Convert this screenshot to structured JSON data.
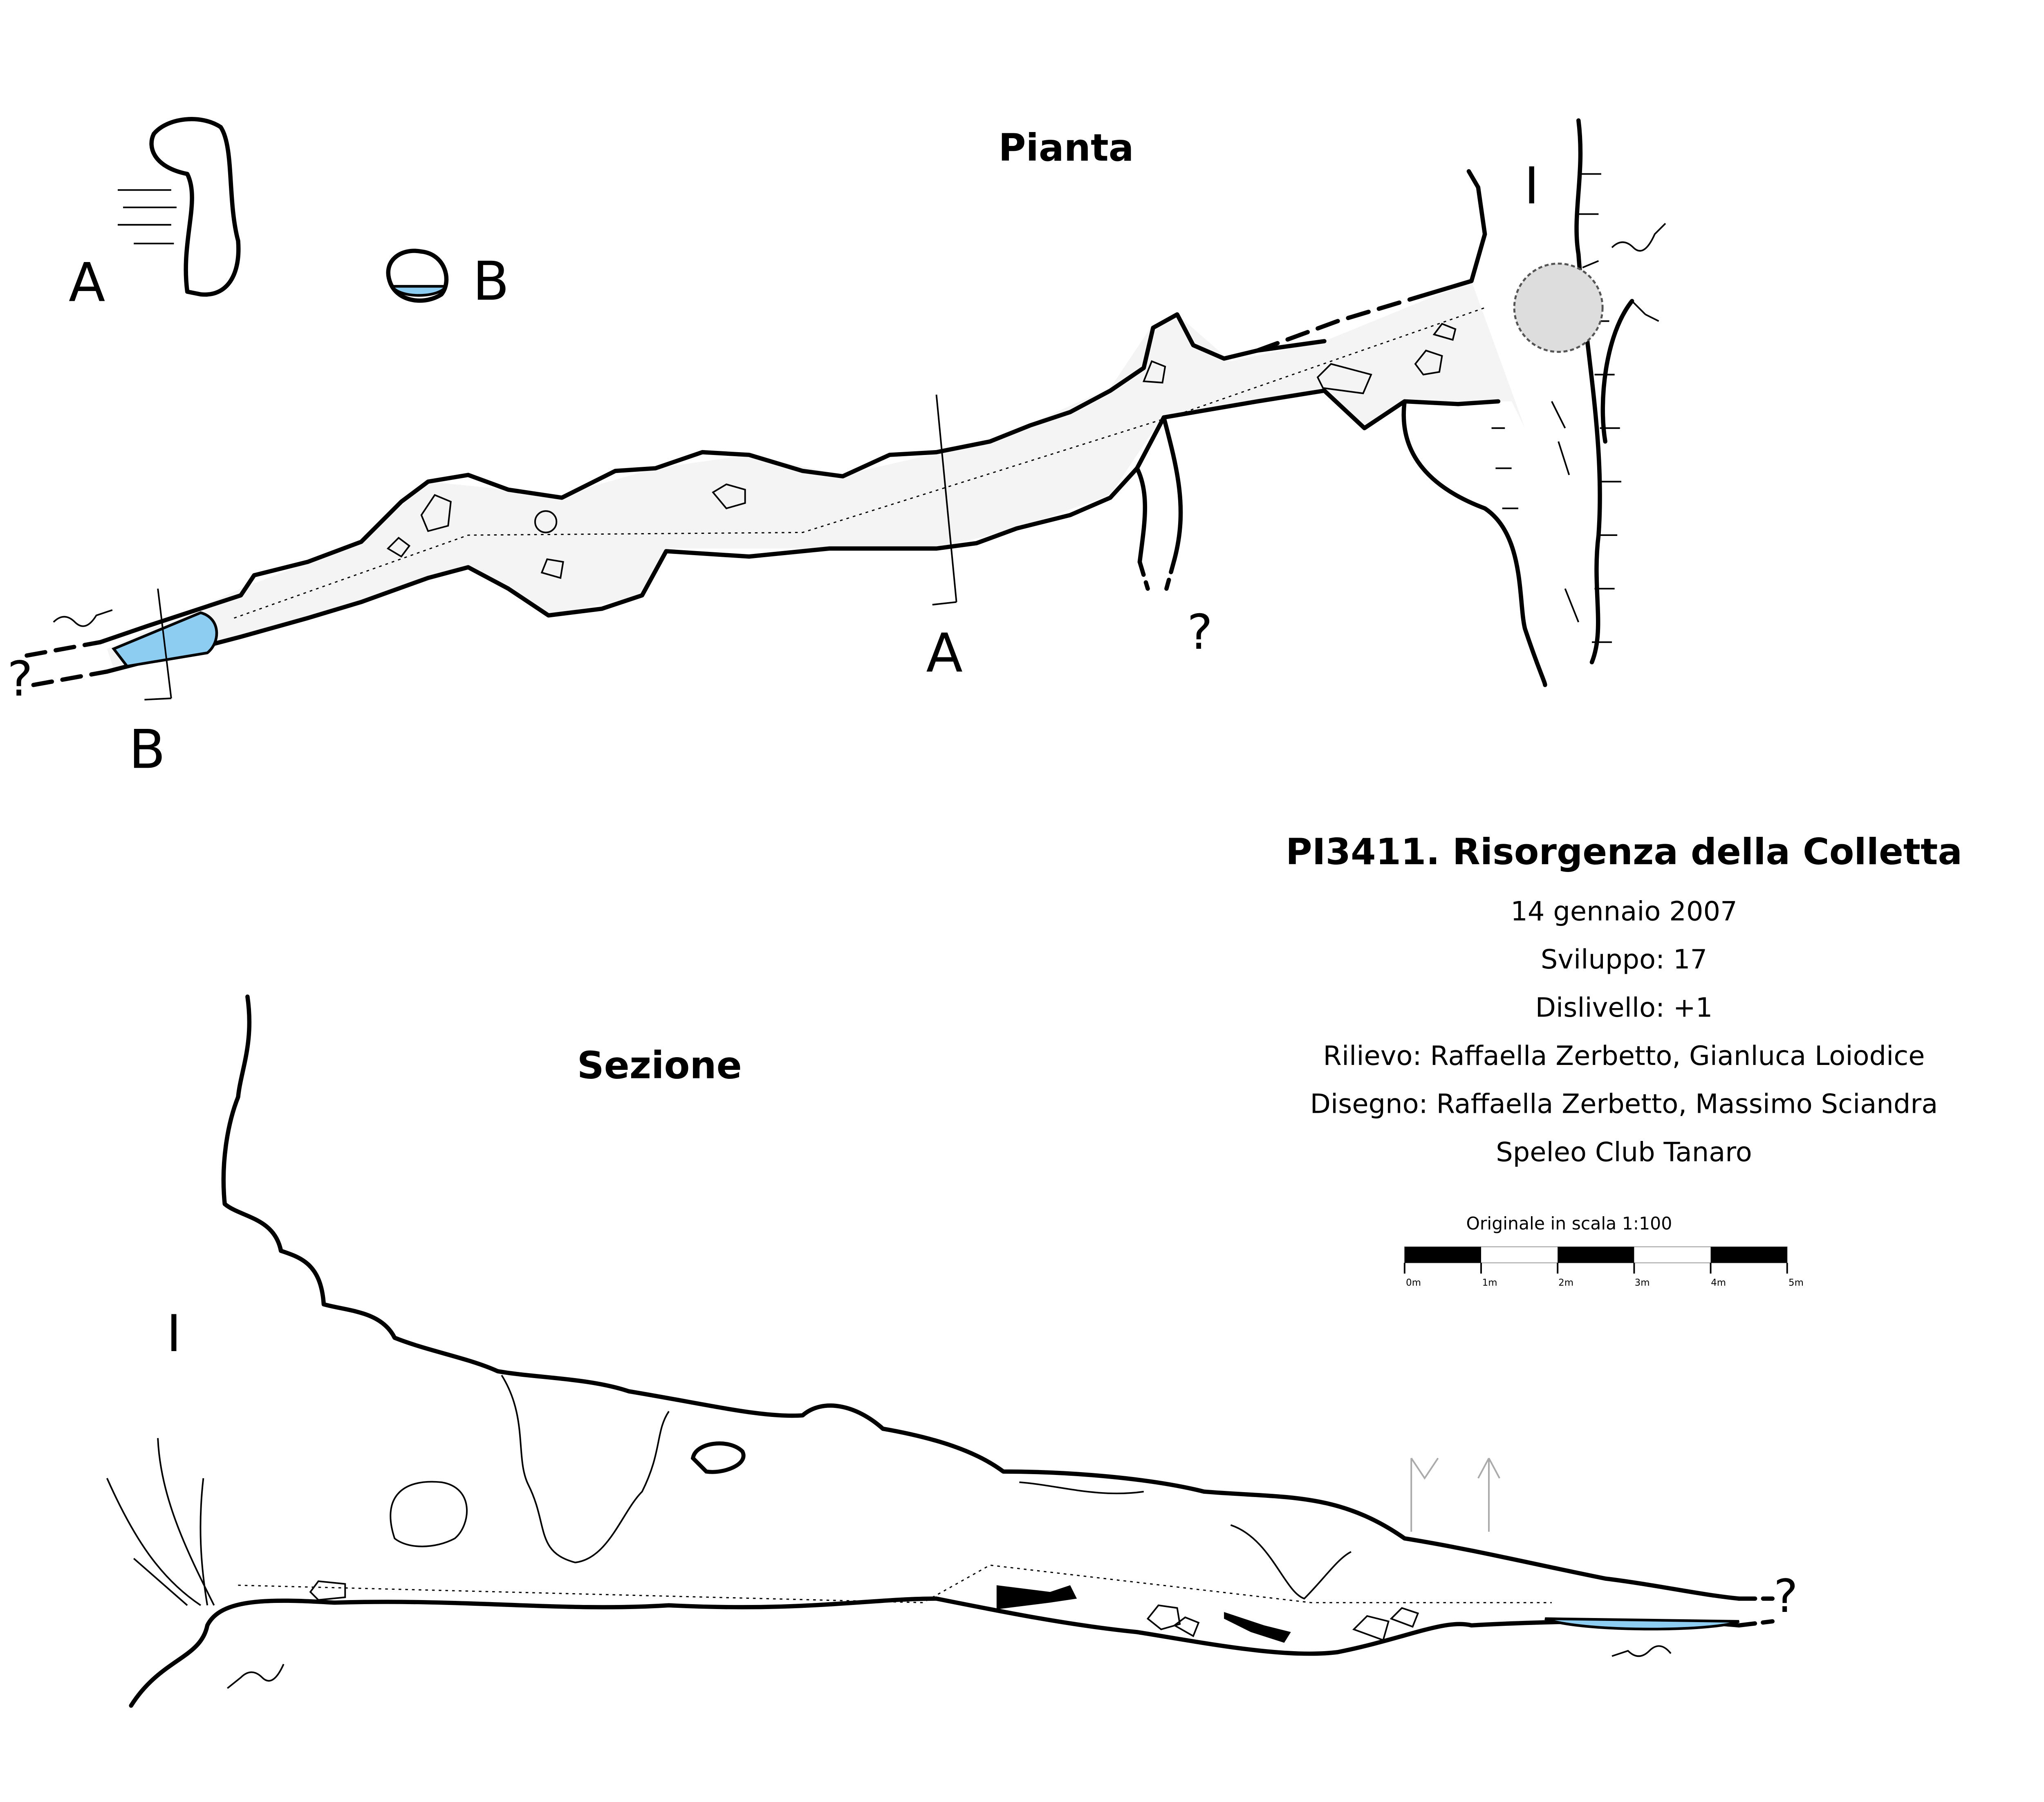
{
  "plan": {
    "title": "Pianta",
    "section_label_a": "A",
    "section_label_b": "B",
    "entrance_label": "I",
    "unknown_label": "?"
  },
  "section": {
    "title": "Sezione",
    "entrance_label": "I",
    "unknown_label": "?"
  },
  "info": {
    "title": "PI3411. Risorgenza della Colletta",
    "date": "14 gennaio 2007",
    "development": "Sviluppo: 17",
    "depth": "Dislivello: +1",
    "survey": "Rilievo: Raffaella Zerbetto, Gianluca Loiodice",
    "drawing": "Disegno: Raffaella Zerbetto, Massimo Sciandra",
    "club": "Speleo Club Tanaro"
  },
  "scale": {
    "label": "Originale in scala 1:100",
    "ticks": [
      "0m",
      "1m",
      "2m",
      "3m",
      "4m",
      "5m"
    ]
  },
  "colors": {
    "water": "#8ecdf2",
    "line": "#000000"
  }
}
